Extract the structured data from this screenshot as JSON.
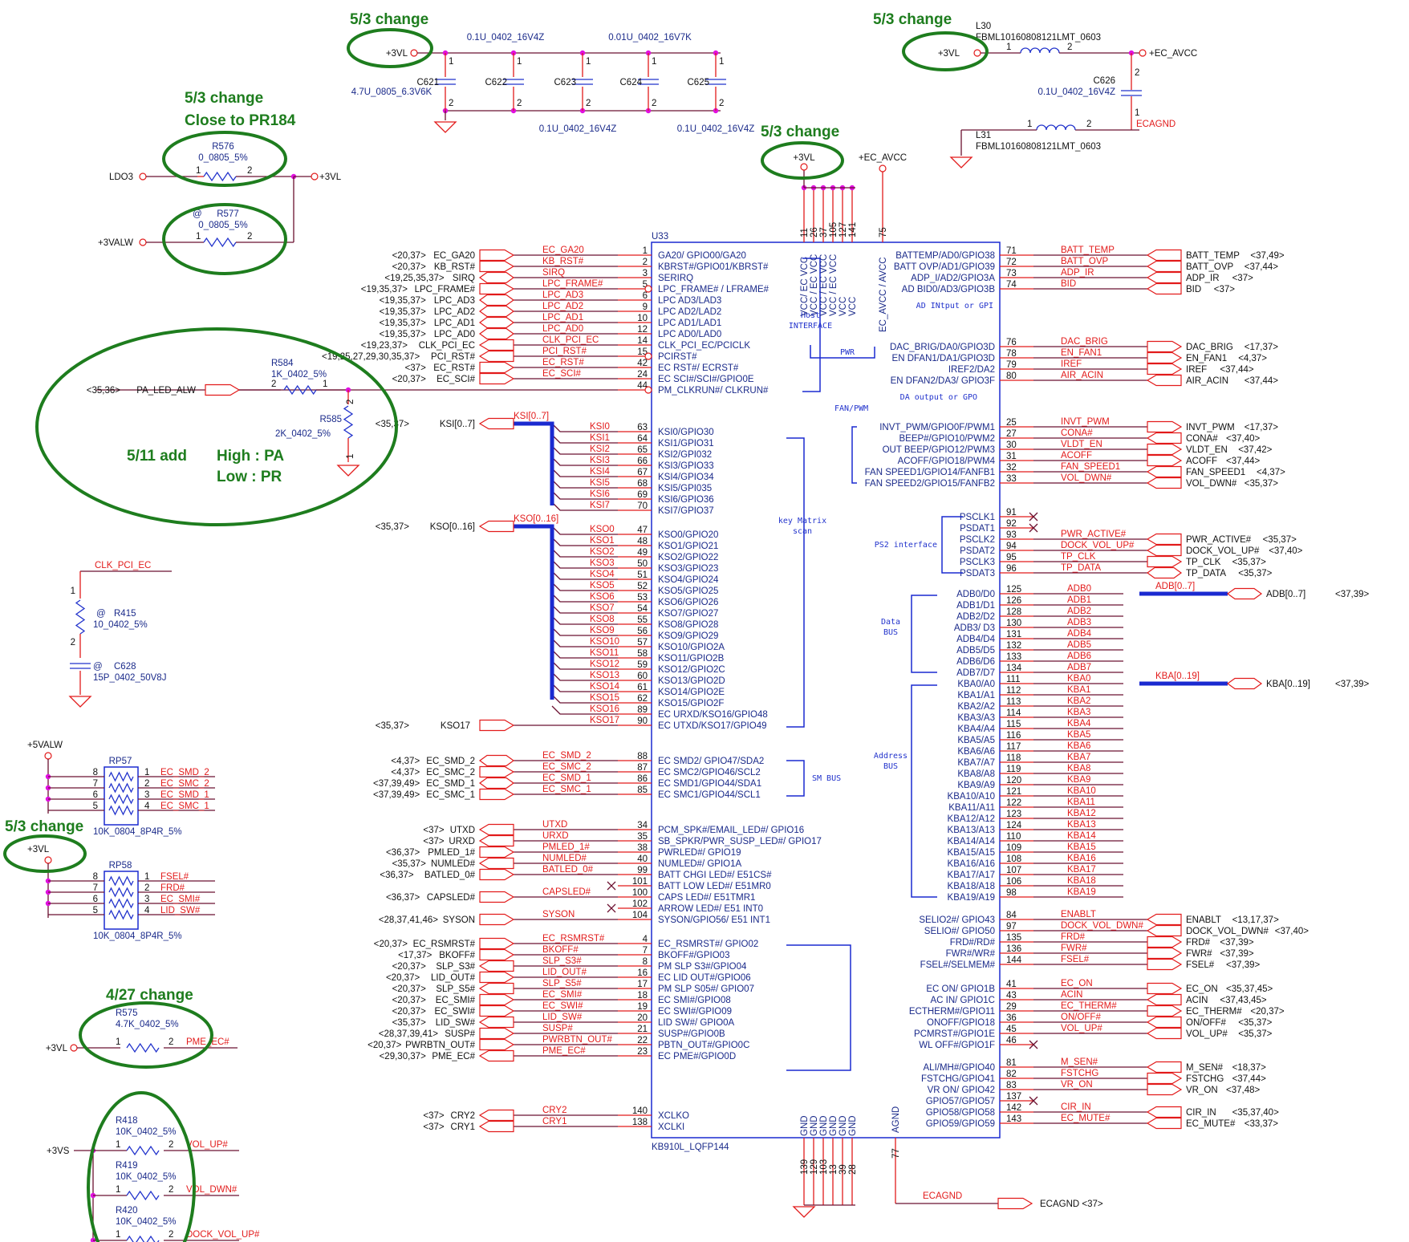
{
  "chip": {
    "ref": "U33",
    "part": "KB910L_LQFP144",
    "groups": {
      "host": "Host\nINTERFACE",
      "pwr": "PWR",
      "ad": "AD INtput or GPI",
      "da": "DA output or GPO",
      "fan": "FAN/PWM",
      "keymatrix": "key Matrix\nscan",
      "ps2": "PS2 interface",
      "databus": "Data\nBUS",
      "addrbus": "Address\nBUS",
      "smbus": "SM BUS"
    },
    "vcc_pins": [
      "11",
      "26",
      "37",
      "105",
      "127",
      "141"
    ],
    "vcc_labels": [
      "VCC/ EC VCC",
      "VCC / EC VCC",
      "VCC / EC VCC",
      "VCC / EC VCC",
      "VCC",
      "VCC"
    ],
    "avcc_pin": "75",
    "avcc_label": "EC_AVCC / AVCC",
    "gnd_pins": [
      "139",
      "129",
      "103",
      "13",
      "39",
      "28"
    ],
    "gnd_labels": [
      "GND",
      "GND",
      "GND",
      "GND",
      "GND",
      "GND"
    ],
    "agnd_pin": "77",
    "agnd_label": "AGND",
    "vcc_net": "+3VL",
    "avcc_net": "+EC_AVCC",
    "agnd_net": "ECAGND",
    "agnd_port": "ECAGND <37>"
  },
  "left_pins": [
    {
      "pin": "1",
      "func": "GA20/ GPIO00/GA20",
      "net": "EC_GA20",
      "port": "EC_GA20",
      "ref": "<20,37>",
      "dir": "in"
    },
    {
      "pin": "2",
      "func": "KBRST#/GPIO01/KBRST#",
      "net": "KB_RST#",
      "port": "KB_RST#",
      "ref": "<20,37>",
      "dir": "in"
    },
    {
      "pin": "3",
      "func": "SERIRQ",
      "net": "SIRQ",
      "port": "SIRQ",
      "ref": "<19,25,35,37>",
      "dir": "bi"
    },
    {
      "pin": "5",
      "func": "LPC_FRAME# / LFRAME#",
      "net": "LPC_FRAME#",
      "port": "LPC_FRAME#",
      "ref": "<19,35,37>",
      "dir": "in",
      "inv": true
    },
    {
      "pin": "6",
      "func": "LPC AD3/LAD3",
      "net": "LPC_AD3",
      "port": "LPC_AD3",
      "ref": "<19,35,37>",
      "dir": "bi"
    },
    {
      "pin": "9",
      "func": "LPC AD2/LAD2",
      "net": "LPC_AD2",
      "port": "LPC_AD2",
      "ref": "<19,35,37>",
      "dir": "bi"
    },
    {
      "pin": "10",
      "func": "LPC AD1/LAD1",
      "net": "LPC_AD1",
      "port": "LPC_AD1",
      "ref": "<19,35,37>",
      "dir": "bi"
    },
    {
      "pin": "12",
      "func": "LPC AD0/LAD0",
      "net": "LPC_AD0",
      "port": "LPC_AD0",
      "ref": "<19,35,37>",
      "dir": "bi"
    },
    {
      "pin": "14",
      "func": "CLK_PCI_EC/PCICLK",
      "net": "CLK_PCI_EC",
      "port": "CLK_PCI_EC",
      "ref": "<19,23,37>",
      "dir": "out"
    },
    {
      "pin": "15",
      "func": "PCIRST#",
      "net": "PCI_RST#",
      "port": "PCI_RST#",
      "ref": "<19,25,27,29,30,35,37>",
      "dir": "out",
      "inv": true
    },
    {
      "pin": "42",
      "func": "EC RST#/ ECRST#",
      "net": "EC_RST#",
      "port": "EC_RST#",
      "ref": "<37>",
      "dir": "in"
    },
    {
      "pin": "24",
      "func": "EC SCI#/SCI#/GPIO0E",
      "net": "EC_SCI#",
      "port": "EC_SCI#",
      "ref": "<20,37>",
      "dir": "in"
    },
    {
      "pin": "44",
      "func": "PM_CLKRUN#/ CLKRUN#",
      "net": "",
      "port": "",
      "ref": "",
      "dir": "none",
      "inv": true
    }
  ],
  "ksi": {
    "bus": "KSI[0..7]",
    "port": "KSI[0..7]",
    "ref": "<35,37>",
    "pins": [
      [
        "63",
        "KSI0",
        "KSI0/GPIO30"
      ],
      [
        "64",
        "KSI1",
        "KSI1/GPIO31"
      ],
      [
        "65",
        "KSI2",
        "KSI2/GPI032"
      ],
      [
        "66",
        "KSI3",
        "KSI3/GPIO33"
      ],
      [
        "67",
        "KSI4",
        "KSI4/GPIO34"
      ],
      [
        "68",
        "KSI5",
        "KSI5/GPI035"
      ],
      [
        "69",
        "KSI6",
        "KSI6/GPIO36"
      ],
      [
        "70",
        "KSI7",
        "KSI7/GPIO37"
      ]
    ]
  },
  "kso": {
    "bus": "KSO[0..16]",
    "port": "KSO[0..16]",
    "ref": "<35,37>",
    "pins": [
      [
        "47",
        "KSO0",
        "KSO0/GPIO20"
      ],
      [
        "48",
        "KSO1",
        "KSO1/GPIO21"
      ],
      [
        "49",
        "KSO2",
        "KSO2/GPIO22"
      ],
      [
        "50",
        "KSO3",
        "KSO3/GPIO23"
      ],
      [
        "51",
        "KSO4",
        "KSO4/GPIO24"
      ],
      [
        "52",
        "KSO5",
        "KSO5/GPIO25"
      ],
      [
        "53",
        "KSO6",
        "KSO6/GPIO26"
      ],
      [
        "54",
        "KSO7",
        "KSO7/GPIO27"
      ],
      [
        "55",
        "KSO8",
        "KSO8/GPIO28"
      ],
      [
        "56",
        "KSO9",
        "KSO9/GPIO29"
      ],
      [
        "57",
        "KSO10",
        "KSO10/GPIO2A"
      ],
      [
        "58",
        "KSO11",
        "KSO11/GPIO2B"
      ],
      [
        "59",
        "KSO12",
        "KSO12/GPIO2C"
      ],
      [
        "60",
        "KSO13",
        "KSO13/GPIO2D"
      ],
      [
        "61",
        "KSO14",
        "KSO14/GPIO2E"
      ],
      [
        "62",
        "KSO15",
        "KSO15/GPIO2F"
      ],
      [
        "89",
        "KSO16",
        "EC URXD/KSO16/GPIO48"
      ]
    ],
    "kso17": {
      "pin": "90",
      "net": "KSO17",
      "func": "EC UTXD/KSO17/GPIO49",
      "port": "KSO17",
      "ref": "<35,37>"
    }
  },
  "smbus_pins": [
    {
      "pin": "88",
      "func": "EC SMD2/ GPIO47/SDA2",
      "net": "EC_SMD_2",
      "port": "EC_SMD_2",
      "ref": "<4,37>",
      "dir": "bi"
    },
    {
      "pin": "87",
      "func": "EC SMC2/GPIO46/SCL2",
      "net": "EC_SMC_2",
      "port": "EC_SMC_2",
      "ref": "<4,37>",
      "dir": "in"
    },
    {
      "pin": "86",
      "func": "EC SMD1/GPIO44/SDA1",
      "net": "EC_SMD_1",
      "port": "EC_SMD_1",
      "ref": "<37,39,49>",
      "dir": "bi"
    },
    {
      "pin": "85",
      "func": "EC SMC1/GPIO44/SCL1",
      "net": "EC_SMC_1",
      "port": "EC_SMC_1",
      "ref": "<37,39,49>",
      "dir": "in"
    }
  ],
  "led_pins": [
    {
      "pin": "34",
      "func": "PCM_SPK#/EMAIL_LED#/ GPIO16",
      "net": "UTXD",
      "port": "UTXD",
      "ref": "<37>",
      "dir": "out"
    },
    {
      "pin": "35",
      "func": "SB_SPKR/PWR_SUSP_LED#/ GPIO17",
      "net": "URXD",
      "port": "URXD",
      "ref": "<37>",
      "dir": "out"
    },
    {
      "pin": "38",
      "func": "PWRLED#/ GPIO19",
      "net": "PMLED_1#",
      "port": "PMLED_1#",
      "ref": "<36,37>",
      "dir": "in"
    },
    {
      "pin": "40",
      "func": "NUMLED#/ GPIO1A",
      "net": "NUMLED#",
      "port": "NUMLED#",
      "ref": "<35,37>",
      "dir": "out"
    },
    {
      "pin": "99",
      "func": "BATT CHGI LED#/ E51CS#",
      "net": "BATLED_0#",
      "port": "BATLED_0#",
      "ref": "<36,37>",
      "dir": "in"
    },
    {
      "pin": "101",
      "func": "BATT LOW LED#/ E51MR0",
      "net": "",
      "port": "",
      "ref": "",
      "dir": "nc"
    },
    {
      "pin": "100",
      "func": "CAPS LED#/ E51TMR1",
      "net": "CAPSLED#",
      "port": "CAPSLED#",
      "ref": "<36,37>",
      "dir": "in"
    },
    {
      "pin": "102",
      "func": "ARROW LED#/ E51 INT0",
      "net": "",
      "port": "",
      "ref": "",
      "dir": "nc"
    },
    {
      "pin": "104",
      "func": "SYSON/GPIO56/ E51 INT1",
      "net": "SYSON",
      "port": "SYSON",
      "ref": "<28,37,41,46>",
      "dir": "in"
    }
  ],
  "pm_pins": [
    {
      "pin": "4",
      "func": "EC_RSMRST#/ GPIO02",
      "net": "EC_RSMRST#",
      "port": "EC_RSMRST#",
      "ref": "<20,37>",
      "dir": "in"
    },
    {
      "pin": "7",
      "func": "BKOFF#/GPIO03",
      "net": "BKOFF#",
      "port": "BKOFF#",
      "ref": "<17,37>",
      "dir": "in"
    },
    {
      "pin": "8",
      "func": "PM SLP S3#/GPIO04",
      "net": "SLP_S3#",
      "port": "SLP_S3#",
      "ref": "<20,37>",
      "dir": "out"
    },
    {
      "pin": "16",
      "func": "EC LID OUT#/GPIO06",
      "net": "LID_OUT#",
      "port": "LID_OUT#",
      "ref": "<20,37>",
      "dir": "in"
    },
    {
      "pin": "17",
      "func": "PM SLP S05#/ GPIO07",
      "net": "SLP_S5#",
      "port": "SLP_S5#",
      "ref": "<20,37>",
      "dir": "out"
    },
    {
      "pin": "18",
      "func": "EC SMI#/GPIO08",
      "net": "EC_SMI#",
      "port": "EC_SMI#",
      "ref": "<20,37>",
      "dir": "in"
    },
    {
      "pin": "19",
      "func": "EC SWI#/GPIO09",
      "net": "EC_SWI#",
      "port": "EC_SWI#",
      "ref": "<20,37>",
      "dir": "in"
    },
    {
      "pin": "20",
      "func": "LID SW#/ GPIO0A",
      "net": "LID_SW#",
      "port": "LID_SW#",
      "ref": "<35,37>",
      "dir": "out"
    },
    {
      "pin": "21",
      "func": "SUSP#/GPIO0B",
      "net": "SUSP#",
      "port": "SUSP#",
      "ref": "<28,37,39,41>",
      "dir": "in"
    },
    {
      "pin": "22",
      "func": "PBTN_OUT#/GPIO0C",
      "net": "PWRBTN_OUT#",
      "port": "PWRBTN_OUT#",
      "ref": "<20,37>",
      "dir": "in"
    },
    {
      "pin": "23",
      "func": "EC PME#/GPIO0D",
      "net": "PME_EC#",
      "port": "PME_EC#",
      "ref": "<29,30,37>",
      "dir": "out"
    }
  ],
  "xtal_pins": [
    {
      "pin": "140",
      "func": "XCLKO",
      "net": "CRY2",
      "port": "CRY2",
      "ref": "<37>",
      "dir": "out"
    },
    {
      "pin": "138",
      "func": "XCLKI",
      "net": "CRY1",
      "port": "CRY1",
      "ref": "<37>",
      "dir": "out"
    }
  ],
  "right_ad": [
    {
      "pin": "71",
      "func": "BATTEMP/AD0/GPIO38",
      "net": "BATT_TEMP",
      "port": "BATT_TEMP",
      "ref": "<37,49>",
      "dir": "in"
    },
    {
      "pin": "72",
      "func": "BATT OVP/AD1/GPIO39",
      "net": "BATT_OVP",
      "port": "BATT_OVP",
      "ref": "<37,44>",
      "dir": "in"
    },
    {
      "pin": "73",
      "func": "ADP_I/AD2/GPIO3A",
      "net": "ADP_IR",
      "port": "ADP_IR",
      "ref": "<37>",
      "dir": "in"
    },
    {
      "pin": "74",
      "func": "AD BID0/AD3/GPIO3B",
      "net": "BID",
      "port": "BID",
      "ref": "<37>",
      "dir": "in"
    }
  ],
  "right_da": [
    {
      "pin": "76",
      "func": "DAC_BRIG/DA0/GPIO3D",
      "net": "DAC_BRIG",
      "port": "DAC_BRIG",
      "ref": "<17,37>",
      "dir": "out"
    },
    {
      "pin": "78",
      "func": "EN DFAN1/DA1/GPIO3D",
      "net": "EN_FAN1",
      "port": "EN_FAN1",
      "ref": "<4,37>",
      "dir": "out"
    },
    {
      "pin": "79",
      "func": "IREF2/DA2",
      "net": "IREF",
      "port": "IREF",
      "ref": "<37,44>",
      "dir": "out"
    },
    {
      "pin": "80",
      "func": "EN DFAN2/DA3/ GPIO3F",
      "net": "AIR_ACIN",
      "port": "AIR_ACIN",
      "ref": "<37,44>",
      "dir": "in"
    }
  ],
  "right_pwm": [
    {
      "pin": "25",
      "func": "INVT_PWM/GPIO0F/PWM1",
      "net": "INVT_PWM",
      "port": "INVT_PWM",
      "ref": "<17,37>",
      "dir": "out"
    },
    {
      "pin": "27",
      "func": "BEEP#/GPIO10/PWM2",
      "net": "CONA#",
      "port": "CONA#",
      "ref": "<37,40>",
      "dir": "in"
    },
    {
      "pin": "30",
      "func": "OUT BEEP/GPIO12/PWM3",
      "net": "VLDT_EN",
      "port": "VLDT_EN",
      "ref": "<37,42>",
      "dir": "out"
    },
    {
      "pin": "31",
      "func": "ACOFF/GPIO18/PWM4",
      "net": "ACOFF",
      "port": "ACOFF",
      "ref": "<37,44>",
      "dir": "out"
    },
    {
      "pin": "32",
      "func": "FAN SPEED1/GPIO14/FANFB1",
      "net": "FAN_SPEED1",
      "port": "FAN_SPEED1",
      "ref": "<4,37>",
      "dir": "in"
    },
    {
      "pin": "33",
      "func": "FAN SPEED2/GPIO15/FANFB2",
      "net": "VOL_DWN#",
      "port": "VOL_DWN#",
      "ref": "<35,37>",
      "dir": "in"
    }
  ],
  "right_ps2": [
    {
      "pin": "91",
      "func": "PSCLK1",
      "net": "",
      "port": "",
      "ref": "",
      "dir": "nc"
    },
    {
      "pin": "92",
      "func": "PSDAT1",
      "net": "",
      "port": "",
      "ref": "",
      "dir": "nc"
    },
    {
      "pin": "93",
      "func": "PSCLK2",
      "net": "PWR_ACTIVE#",
      "port": "PWR_ACTIVE#",
      "ref": "<35,37>",
      "dir": "in"
    },
    {
      "pin": "94",
      "func": "PSDAT2",
      "net": "DOCK_VOL_UP#",
      "port": "DOCK_VOL_UP#",
      "ref": "<37,40>",
      "dir": "in"
    },
    {
      "pin": "95",
      "func": "PSCLK3",
      "net": "TP_CLK",
      "port": "TP_CLK",
      "ref": "<35,37>",
      "dir": "out"
    },
    {
      "pin": "96",
      "func": "PSDAT3",
      "net": "TP_DATA",
      "port": "TP_DATA",
      "ref": "<35,37>",
      "dir": "bi"
    }
  ],
  "right_adb": [
    [
      "125",
      "ADB0",
      "ADB0/D0"
    ],
    [
      "126",
      "ADB1",
      "ADB1/D1"
    ],
    [
      "128",
      "ADB2",
      "ADB2/D2"
    ],
    [
      "130",
      "ADB3",
      "ADB3/ D3"
    ],
    [
      "131",
      "ADB4",
      "ADB4/D4"
    ],
    [
      "132",
      "ADB5",
      "ADB5/D5"
    ],
    [
      "133",
      "ADB6",
      "ADB6/D6"
    ],
    [
      "134",
      "ADB7",
      "ADB7/D7"
    ]
  ],
  "right_kba": [
    [
      "111",
      "KBA0",
      "KBA0/A0"
    ],
    [
      "112",
      "KBA1",
      "KBA1/A1"
    ],
    [
      "113",
      "KBA2",
      "KBA2/A2"
    ],
    [
      "114",
      "KBA3",
      "KBA3/A3"
    ],
    [
      "115",
      "KBA4",
      "KBA4/A4"
    ],
    [
      "116",
      "KBA5",
      "KBA5/A5"
    ],
    [
      "117",
      "KBA6",
      "KBA6/A6"
    ],
    [
      "118",
      "KBA7",
      "KBA7/A7"
    ],
    [
      "119",
      "KBA8",
      "KBA8/A8"
    ],
    [
      "120",
      "KBA9",
      "KBA9/A9"
    ],
    [
      "121",
      "KBA10",
      "KBA10/A10"
    ],
    [
      "122",
      "KBA11",
      "KBA11/A11"
    ],
    [
      "123",
      "KBA12",
      "KBA12/A12"
    ],
    [
      "124",
      "KBA13",
      "KBA13/A13"
    ],
    [
      "110",
      "KBA14",
      "KBA14/A14"
    ],
    [
      "109",
      "KBA15",
      "KBA15/A15"
    ],
    [
      "108",
      "KBA16",
      "KBA16/A16"
    ],
    [
      "107",
      "KBA17",
      "KBA17/A17"
    ],
    [
      "106",
      "KBA18",
      "KBA18/A18"
    ],
    [
      "98",
      "KBA19",
      "KBA19/A19"
    ]
  ],
  "adb_bus": {
    "label": "ADB[0..7]",
    "port": "ADB[0..7]",
    "ref": "<37,39>"
  },
  "kba_bus": {
    "label": "KBA[0..19]",
    "port": "KBA[0..19]",
    "ref": "<37,39>"
  },
  "right_sel": [
    {
      "pin": "84",
      "func": "SELIO2#/ GPIO43",
      "net": "ENABLT",
      "port": "ENABLT",
      "ref": "<13,17,37>",
      "dir": "in"
    },
    {
      "pin": "97",
      "func": "SELIO#/ GPIO50",
      "net": "DOCK_VOL_DWN#",
      "port": "DOCK_VOL_DWN#",
      "ref": "<37,40>",
      "dir": "in"
    },
    {
      "pin": "135",
      "func": "FRD#/RD#",
      "net": "FRD#",
      "port": "FRD#",
      "ref": "<37,39>",
      "dir": "out"
    },
    {
      "pin": "136",
      "func": "FWR#/WR#",
      "net": "FWR#",
      "port": "FWR#",
      "ref": "<37,39>",
      "dir": "out"
    },
    {
      "pin": "144",
      "func": "FSEL#/SELMEM#",
      "net": "FSEL#",
      "port": "FSEL#",
      "ref": "<37,39>",
      "dir": "out"
    }
  ],
  "right_gpio1": [
    {
      "pin": "41",
      "func": "EC ON/ GPIO1B",
      "net": "EC_ON",
      "port": "EC_ON",
      "ref": "<35,37,45>",
      "dir": "out"
    },
    {
      "pin": "43",
      "func": "AC IN/ GPIO1C",
      "net": "ACIN",
      "port": "ACIN",
      "ref": "<37,43,45>",
      "dir": "in"
    },
    {
      "pin": "29",
      "func": "ECTHERM#/GPIO11",
      "net": "EC_THERM#",
      "port": "EC_THERM#",
      "ref": "<20,37>",
      "dir": "out"
    },
    {
      "pin": "36",
      "func": "ONOFF/GPIO18",
      "net": "ON/OFF#",
      "port": "ON/OFF#",
      "ref": "<35,37>",
      "dir": "in"
    },
    {
      "pin": "45",
      "func": "PCMRST#/GPIO1E",
      "net": "VOL_UP#",
      "port": "VOL_UP#",
      "ref": "<35,37>",
      "dir": "in"
    },
    {
      "pin": "46",
      "func": "WL OFF#/GPIO1F",
      "net": "",
      "port": "",
      "ref": "",
      "dir": "nc"
    }
  ],
  "right_gpio4": [
    {
      "pin": "81",
      "func": "ALI/MH#/GPIO40",
      "net": "M_SEN#",
      "port": "M_SEN#",
      "ref": "<18,37>",
      "dir": "in"
    },
    {
      "pin": "82",
      "func": "FSTCHG/GPIO41",
      "net": "FSTCHG",
      "port": "FSTCHG",
      "ref": "<37,44>",
      "dir": "out"
    },
    {
      "pin": "83",
      "func": "VR ON/ GPIO42",
      "net": "VR_ON",
      "port": "VR_ON",
      "ref": "<37,48>",
      "dir": "out"
    },
    {
      "pin": "137",
      "func": "GPIO57/GPIO57",
      "net": "",
      "port": "",
      "ref": "",
      "dir": "nc"
    },
    {
      "pin": "142",
      "func": "GPIO58/GPIO58",
      "net": "CIR_IN",
      "port": "CIR_IN",
      "ref": "<35,37,40>",
      "dir": "in"
    },
    {
      "pin": "143",
      "func": "GPIO59/GPIO59",
      "net": "EC_MUTE#",
      "port": "EC_MUTE#",
      "ref": "<33,37>",
      "dir": "in"
    }
  ],
  "decap": {
    "net": "+3VL",
    "caps": [
      {
        "ref": "C621",
        "val": "4.7U_0805_6.3V6K"
      },
      {
        "ref": "C622",
        "val": "0.1U_0402_16V4Z"
      },
      {
        "ref": "C623",
        "val": "0.1U_0402_16V4Z"
      },
      {
        "ref": "C624",
        "val": "0.01U_0402_16V7K"
      },
      {
        "ref": "C625",
        "val": "0.1U_0402_16V4Z"
      }
    ],
    "pin1": "1",
    "pin2": "2"
  },
  "avcc_filter": {
    "in_net": "+3VL",
    "out_net": "+EC_AVCC",
    "gnd_net": "ECAGND",
    "l30": {
      "ref": "L30",
      "val": "FBML10160808121LMT_0603"
    },
    "l31": {
      "ref": "L31",
      "val": "FBML10160808121LMT_0603"
    },
    "c626": {
      "ref": "C626",
      "val": "0.1U_0402_16V4Z"
    }
  },
  "ldo": {
    "r576": {
      "ref": "R576",
      "val": "0_0805_5%",
      "in": "LDO3",
      "out": "+3VL"
    },
    "r577": {
      "ref": "R577",
      "val": "0_0805_5%",
      "in": "+3VALW",
      "mark": "@"
    }
  },
  "paled": {
    "port": "PA_LED_ALW",
    "ref": "<35,36>",
    "r584": {
      "ref": "R584",
      "val": "1K_0402_5%"
    },
    "r585": {
      "ref": "R585",
      "val": "2K_0402_5%"
    }
  },
  "clk_term": {
    "net": "CLK_PCI_EC",
    "r415": {
      "ref": "R415",
      "val": "10_0402_5%",
      "mark": "@"
    },
    "c628": {
      "ref": "C628",
      "val": "15P_0402_50V8J",
      "mark": "@"
    }
  },
  "rp57": {
    "ref": "RP57",
    "val": "10K_0804_8P4R_5%",
    "supply": "+5VALW",
    "nets": [
      "EC_SMD_2",
      "EC_SMC_2",
      "EC_SMD_1",
      "EC_SMC_1"
    ]
  },
  "rp58": {
    "ref": "RP58",
    "val": "10K_0804_8P4R_5%",
    "supply": "+3VL",
    "nets": [
      "FSEL#",
      "FRD#",
      "EC_SMI#",
      "LID_SW#"
    ]
  },
  "r575": {
    "ref": "R575",
    "val": "4.7K_0402_5%",
    "supply": "+3VL",
    "net": "PME_EC#"
  },
  "vol_pullups": {
    "supply": "+3VS",
    "items": [
      {
        "ref": "R418",
        "val": "10K_0402_5%",
        "net": "VOL_UP#"
      },
      {
        "ref": "R419",
        "val": "10K_0402_5%",
        "net": "VOL_DWN#"
      },
      {
        "ref": "R420",
        "val": "10K_0402_5%",
        "net": "DOCK_VOL_UP#"
      }
    ]
  },
  "notes": {
    "decap": "5/3 change",
    "filter": "5/3 change",
    "vcc": "5/3 change",
    "ldo1": "5/3 change",
    "ldo2": "Close to PR184",
    "paled1": "5/11 add",
    "paled2": "High : PA",
    "paled3": "Low : PR",
    "rp58": "5/3 change",
    "r575": "4/27 change"
  }
}
